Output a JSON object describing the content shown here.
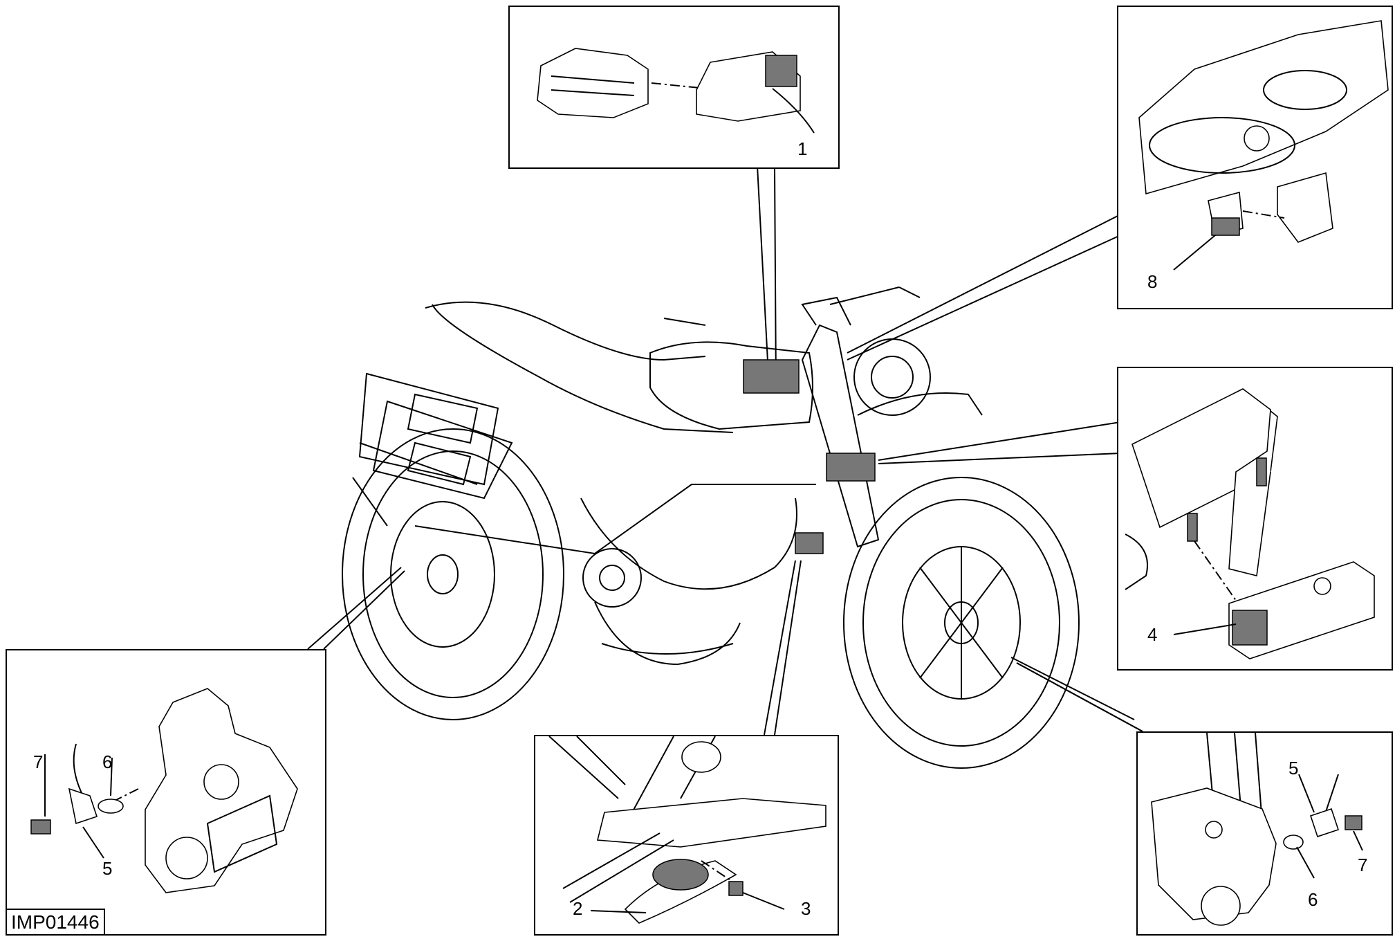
{
  "drawing_code": "IMP01446",
  "callouts": {
    "c1": "1",
    "c2": "2",
    "c3": "3",
    "c4": "4",
    "c5_left": "5",
    "c6_left": "6",
    "c7_left": "7",
    "c5_right": "5",
    "c6_right": "6",
    "c7_right": "7",
    "c8": "8"
  }
}
